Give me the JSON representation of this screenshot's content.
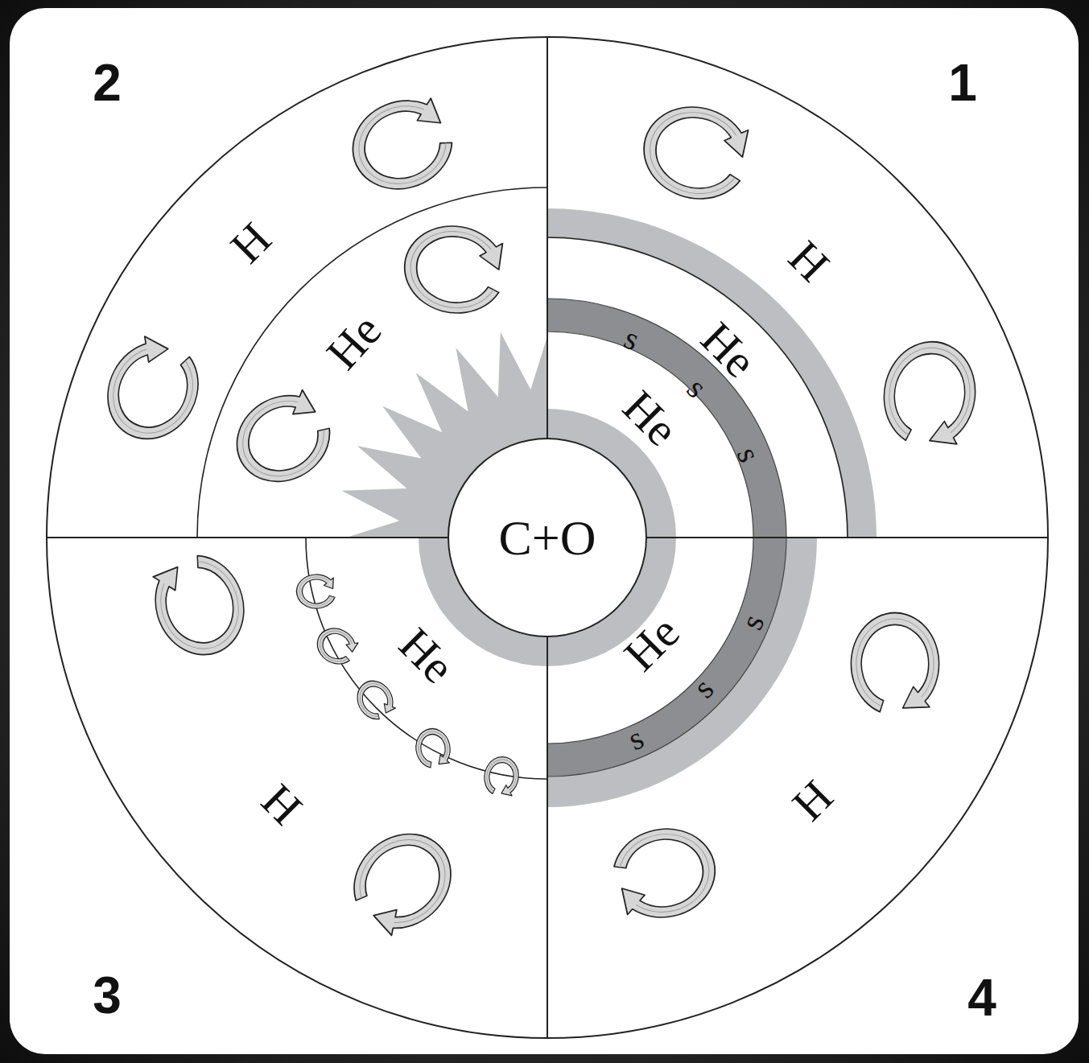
{
  "diagram": {
    "nodes": [
      {
        "text": [
          "C+O"
        ]
      }
    ],
    "labels": [
      "2",
      "1",
      "3",
      "4",
      "H",
      "H",
      "H",
      "H",
      "He",
      "He",
      "He",
      "He",
      "He",
      "s",
      "s",
      "s",
      "s",
      "s",
      "s"
    ]
  }
}
